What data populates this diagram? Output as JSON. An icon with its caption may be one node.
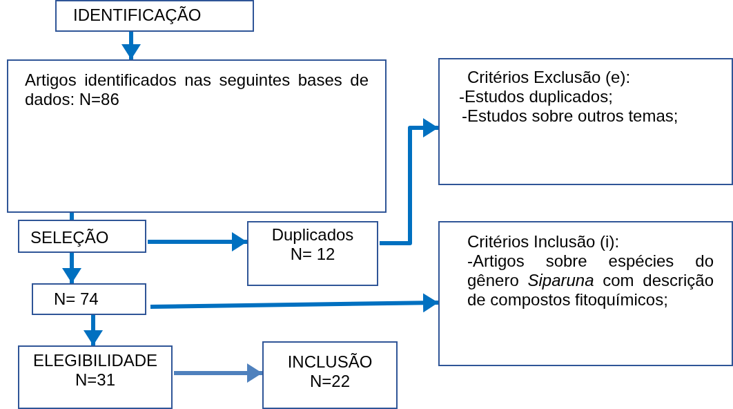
{
  "diagram": {
    "nodes": [
      {
        "text": [
          "IDENTIFICAÇÃO"
        ]
      },
      {
        "text": [
          "Artigos identificados nas seguintes bases de dados: N=86"
        ]
      },
      {
        "text": [
          "SELEÇÃO"
        ]
      },
      {
        "text": [
          "Duplicados",
          "N= 12"
        ]
      },
      {
        "text": [
          "Critérios Exclusão (e):",
          "-Estudos duplicados;",
          "-Estudos sobre outros temas;"
        ]
      },
      {
        "text": [
          "Critérios Inclusão (i):",
          "-Artigos sobre espécies do gênero *Siparuna* com descrição de compostos fitoquímicos;"
        ]
      },
      {
        "text": [
          "N= 74"
        ]
      },
      {
        "text": [
          "ELEGIBILIDADE",
          "N=31"
        ]
      },
      {
        "text": [
          "INCLUSÃO",
          "N=22"
        ]
      }
    ],
    "edges": [
      {
        "from": 0,
        "to": 1,
        "arrow": "to"
      },
      {
        "from": 1,
        "to": 2,
        "arrow": "none"
      },
      {
        "from": 2,
        "to": 3,
        "arrow": "to"
      },
      {
        "from": 3,
        "to": 4,
        "arrow": "to"
      },
      {
        "from": 2,
        "to": 6,
        "arrow": "to"
      },
      {
        "from": 6,
        "to": 5,
        "arrow": "to"
      },
      {
        "from": 6,
        "to": 7,
        "arrow": "to"
      },
      {
        "from": 7,
        "to": 8,
        "arrow": "to",
        "color": "#4f81bd"
      }
    ]
  }
}
